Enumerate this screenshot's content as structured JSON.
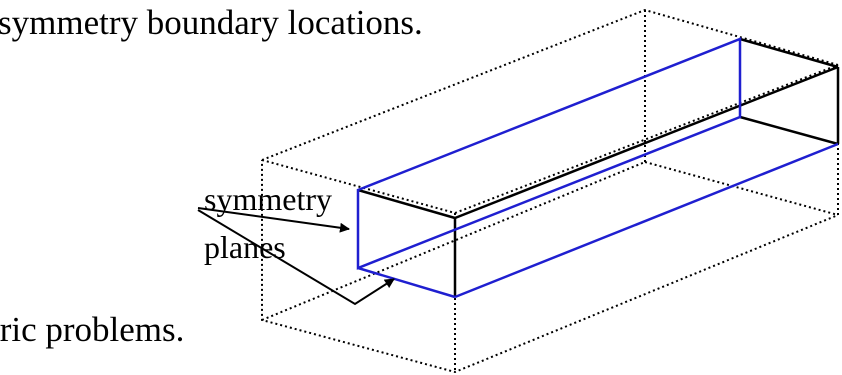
{
  "background_text": {
    "top": "symmetry boundary locations.",
    "bottom": "tric problems."
  },
  "labels": {
    "line1": "symmetry",
    "line2": "planes"
  },
  "colors": {
    "outline": "#000000",
    "symmetry_plane": "#1f1fd0",
    "background": "#ffffff"
  }
}
